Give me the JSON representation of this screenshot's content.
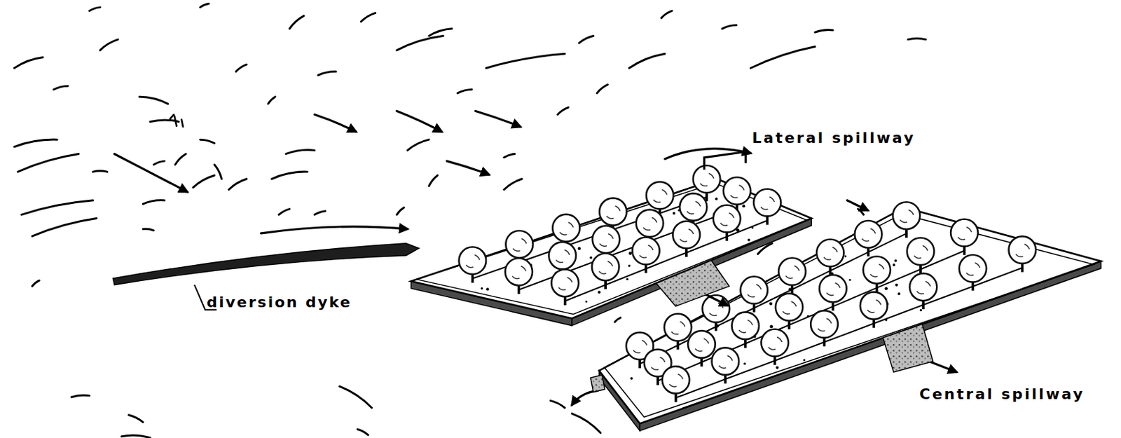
{
  "diagram": {
    "labels": [
      "Lateral spillway",
      "diversion dyke",
      "Central spillway"
    ]
  }
}
